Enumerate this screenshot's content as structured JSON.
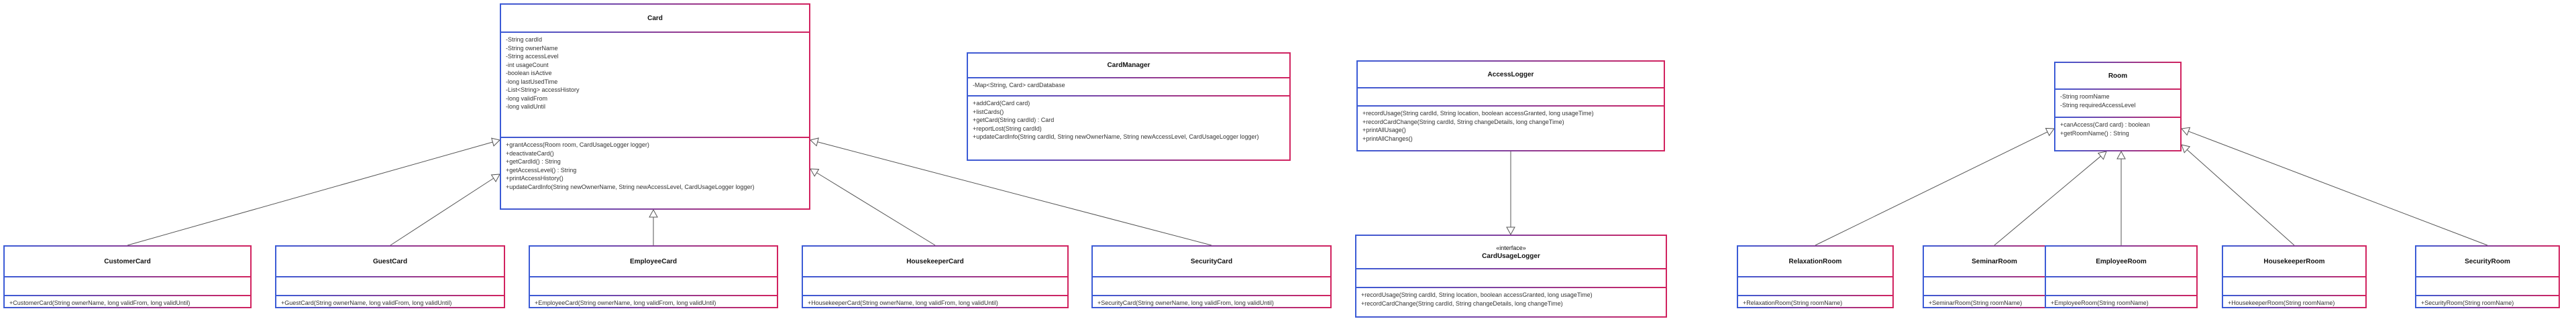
{
  "classes": {
    "card": {
      "name": "Card",
      "attributes": [
        "-String cardId",
        "-String ownerName",
        "-String accessLevel",
        "-int usageCount",
        "-boolean isActive",
        "-long lastUsedTime",
        "-List<String> accessHistory",
        "-long validFrom",
        "-long validUntil"
      ],
      "methods": [
        "+grantAccess(Room room, CardUsageLogger logger)",
        "+deactivateCard()",
        "+getCardId() : String",
        "+getAccessLevel() : String",
        "+printAccessHistory()",
        "+updateCardInfo(String newOwnerName, String newAccessLevel, CardUsageLogger logger)"
      ]
    },
    "card_manager": {
      "name": "CardManager",
      "attributes": [
        "-Map<String, Card> cardDatabase"
      ],
      "methods": [
        "+addCard(Card card)",
        "+listCards()",
        "+getCard(String cardId) : Card",
        "+reportLost(String cardId)",
        "+updateCardInfo(String cardId, String newOwnerName, String newAccessLevel, CardUsageLogger logger)"
      ]
    },
    "access_logger": {
      "name": "AccessLogger",
      "attributes": [],
      "methods": [
        "+recordUsage(String cardId, String location, boolean accessGranted, long usageTime)",
        "+recordCardChange(String cardId, String changeDetails, long changeTime)",
        "+printAllUsage()",
        "+printAllChanges()"
      ]
    },
    "room": {
      "name": "Room",
      "attributes": [
        "-String roomName",
        "-String requiredAccessLevel"
      ],
      "methods": [
        "+canAccess(Card card) : boolean",
        "+getRoomName() : String"
      ]
    },
    "customer_card": {
      "name": "CustomerCard",
      "methods": [
        "+CustomerCard(String ownerName, long validFrom, long validUntil)"
      ]
    },
    "guest_card": {
      "name": "GuestCard",
      "methods": [
        "+GuestCard(String ownerName, long validFrom, long validUntil)"
      ]
    },
    "employee_card": {
      "name": "EmployeeCard",
      "methods": [
        "+EmployeeCard(String ownerName, long validFrom, long validUntil)"
      ]
    },
    "housekeeper_card": {
      "name": "HousekeeperCard",
      "methods": [
        "+HousekeeperCard(String ownerName, long validFrom, long validUntil)"
      ]
    },
    "security_card": {
      "name": "SecurityCard",
      "methods": [
        "+SecurityCard(String ownerName, long validFrom, long validUntil)"
      ]
    },
    "card_usage_logger": {
      "stereotype": "«interface»",
      "name": "CardUsageLogger",
      "methods": [
        "+recordUsage(String cardId, String location, boolean accessGranted, long usageTime)",
        "+recordCardChange(String cardId, String changeDetails, long changeTime)"
      ]
    },
    "relaxation_room": {
      "name": "RelaxationRoom",
      "methods": [
        "+RelaxationRoom(String roomName)"
      ]
    },
    "seminar_room": {
      "name": "SeminarRoom",
      "methods": [
        "+SeminarRoom(String roomName)"
      ]
    },
    "employee_room": {
      "name": "EmployeeRoom",
      "methods": [
        "+EmployeeRoom(String roomName)"
      ]
    },
    "housekeeper_room": {
      "name": "HousekeeperRoom",
      "methods": [
        "+HousekeeperRoom(String roomName)"
      ]
    },
    "security_room": {
      "name": "SecurityRoom",
      "methods": [
        "+SecurityRoom(String roomName)"
      ]
    }
  }
}
